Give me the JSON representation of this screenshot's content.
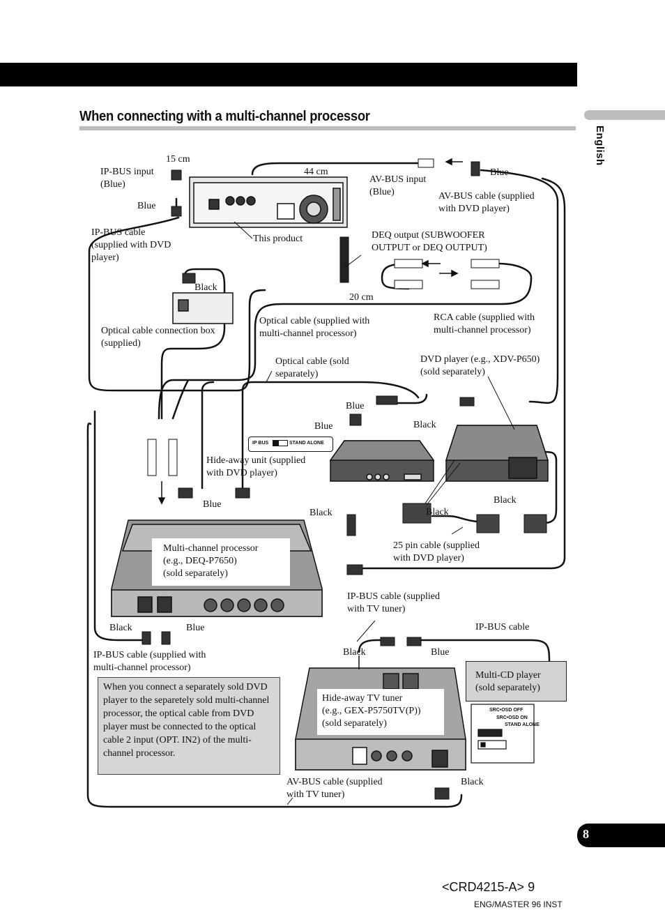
{
  "header": {
    "section_title": "When connecting with a multi-channel processor",
    "language_tab": "English",
    "page_number": "8",
    "doc_code": "<CRD4215-A> 9",
    "doc_master": "ENG/MASTER 96 INST"
  },
  "labels": {
    "cm15": "15 cm",
    "ipbus_input": "IP-BUS input\n(Blue)",
    "blue1": "Blue",
    "ipbus_cable_dvd": "IP-BUS cable\n(supplied with DVD\nplayer)",
    "cm44": "44 cm",
    "avbus_input": "AV-BUS input\n(Blue)",
    "blue_av": "Blue",
    "avbus_cable_dvd": "AV-BUS cable (supplied\nwith DVD player)",
    "this_product": "This product",
    "deq_output": "DEQ output (SUBWOOFER\nOUTPUT or DEQ OUTPUT)",
    "black1": "Black",
    "cm20": "20 cm",
    "optical_box": "Optical cable connection box\n(supplied)",
    "optical_cable_mcp": "Optical cable (supplied with\nmulti-channel processor)",
    "rca_cable": "RCA cable (supplied with\nmulti-channel processor)",
    "optical_sold": "Optical cable (sold\nseparately)",
    "dvd_player": "DVD player (e.g., XDV-P650)\n(sold separately)",
    "blue_h1": "Blue",
    "blue_h2": "Blue",
    "black_h": "Black",
    "hideaway_unit": "Hide-away unit (supplied\nwith DVD player)",
    "blue_mcp": "Blue",
    "black_dvd1": "Black",
    "black_dvd2": "Black",
    "black_left": "Black",
    "mcp": "Multi-channel processor\n(e.g., DEQ-P7650)\n(sold separately)",
    "pin25": "25 pin cable (supplied\nwith DVD player)",
    "ipbus_tv": "IP-BUS cable (supplied\nwith TV tuner)",
    "ipbus_cable": "IP-BUS cable",
    "black_mcp": "Black",
    "blue_mcp2": "Blue",
    "ipbus_mcp": "IP-BUS cable (supplied with\nmulti-channel processor)",
    "black_tv": "Black",
    "blue_tv": "Blue",
    "multi_cd": "Multi-CD player\n(sold separately)",
    "tv_tuner": "Hide-away TV tuner\n(e.g., GEX-P5750TV(P))\n(sold separately)",
    "avbus_tv": "AV-BUS cable (supplied\nwith TV tuner)",
    "black_tv2": "Black"
  },
  "note": "When you connect a separately sold DVD player to the separetely sold multi-channel processor, the optical cable from DVD player must be connected to the optical cable 2 input (OPT. IN2) of the multi-channel processor.",
  "switch_hideaway": {
    "left": "IP BUS",
    "right": "STAND ALONE"
  },
  "switch_tv": {
    "opt1": "SRC•OSD OFF",
    "opt2": "SRC•OSD ON",
    "opt3": "STAND ALONE"
  },
  "colors": {
    "bar": "#000000",
    "rule": "#bdbdbd",
    "panel": "#d6d6d6",
    "device": "#4a4a4a"
  }
}
